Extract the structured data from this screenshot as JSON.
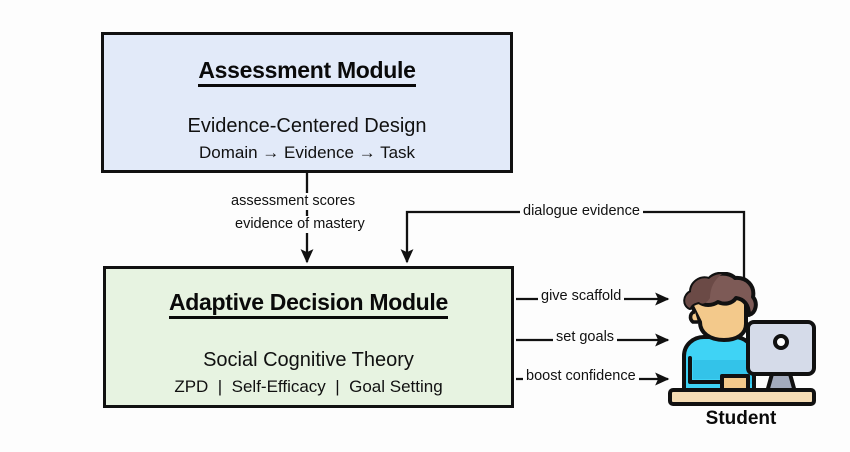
{
  "diagram": {
    "background_color": "#fdfdfd",
    "modules": [
      {
        "id": "assessment",
        "title": "Assessment Module",
        "subtitle": "Evidence-Centered Design",
        "detail": "Domain → Evidence → Task",
        "fill_color": "#e2eaf9",
        "border_color": "#111111"
      },
      {
        "id": "decision",
        "title": "Adaptive Decision Module",
        "subtitle": "Social Cognitive Theory",
        "detail": "ZPD  |  Self-Efficacy  |  Goal Setting",
        "fill_color": "#e7f3e1",
        "border_color": "#111111"
      }
    ],
    "edges": [
      {
        "id": "assessment-scores",
        "label": "assessment scores",
        "from": "assessment",
        "to": "decision"
      },
      {
        "id": "evidence-of-mastery",
        "label": "evidence of mastery",
        "from": "assessment",
        "to": "decision"
      },
      {
        "id": "dialogue-evidence",
        "label": "dialogue evidence",
        "from": "student",
        "to": "decision"
      },
      {
        "id": "give-scaffold",
        "label": "give scaffold",
        "from": "decision",
        "to": "student"
      },
      {
        "id": "set-goals",
        "label": "set goals",
        "from": "decision",
        "to": "student"
      },
      {
        "id": "boost-confidence",
        "label": "boost confidence",
        "from": "decision",
        "to": "student"
      }
    ],
    "actor": {
      "id": "student",
      "caption": "Student",
      "icon": "student-at-computer-icon",
      "colors": {
        "hair": "#7d5a56",
        "hair_shadow": "#6b4a46",
        "skin": "#f3c98b",
        "skin_shadow": "#dba86a",
        "shirt": "#3fd3f5",
        "shirt_shadow": "#2ab6de",
        "monitor": "#d5dbe9",
        "monitor_stand": "#a3abbd",
        "desk": "#f5dcb4",
        "outline": "#111111"
      }
    }
  }
}
